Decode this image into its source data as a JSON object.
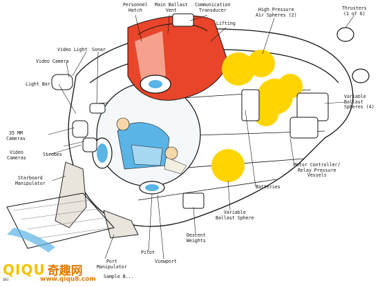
{
  "labels": {
    "personnel_hatch": "Personnel\nHatch",
    "main_ballast_vent": "Main Ballast\nVent",
    "communication_transducer": "Communication\nTransducer",
    "high_pressure_air_spheres": "High Pressure\nAir Spheres (2)",
    "thrusters": "Thrusters\n(1 of 6)",
    "lifting_eye": "Lifting",
    "video_light": "Video Light",
    "sonar": "Sonar",
    "video_camera": "Video Camera",
    "light_bar": "Light Bar",
    "variable_ballast_spheres": "Variable\nBallast\nSpheres (4)",
    "mm35_cameras": "35 MM\nCameras",
    "strobes": "Strobes",
    "video_cameras": "Video\nCameras",
    "starboard_manipulator": "Starboard\nManipulator",
    "motor_controller": "Motor Controller/\nRelay Pressure\nVessels",
    "batteries": "Batteries",
    "variable_ballast_sphere": "Variable\nBallast Sphere",
    "descent_weights": "Descent\nWeights",
    "pilot": "Pilot",
    "viewport": "Viewport",
    "port_manipulator": "Port\nManipulator",
    "sample_basket": "Sample B..."
  },
  "watermark": {
    "brand_latin": "QIQU",
    "brand_cn": "奇趣网",
    "url": "www.qiqu8.com",
    "corner": "ski"
  },
  "colors": {
    "sail": "#e8452a",
    "sail_light": "#f7b8a8",
    "spheres": "#ffd400",
    "water": "#5ab4e6",
    "line": "#111111"
  }
}
